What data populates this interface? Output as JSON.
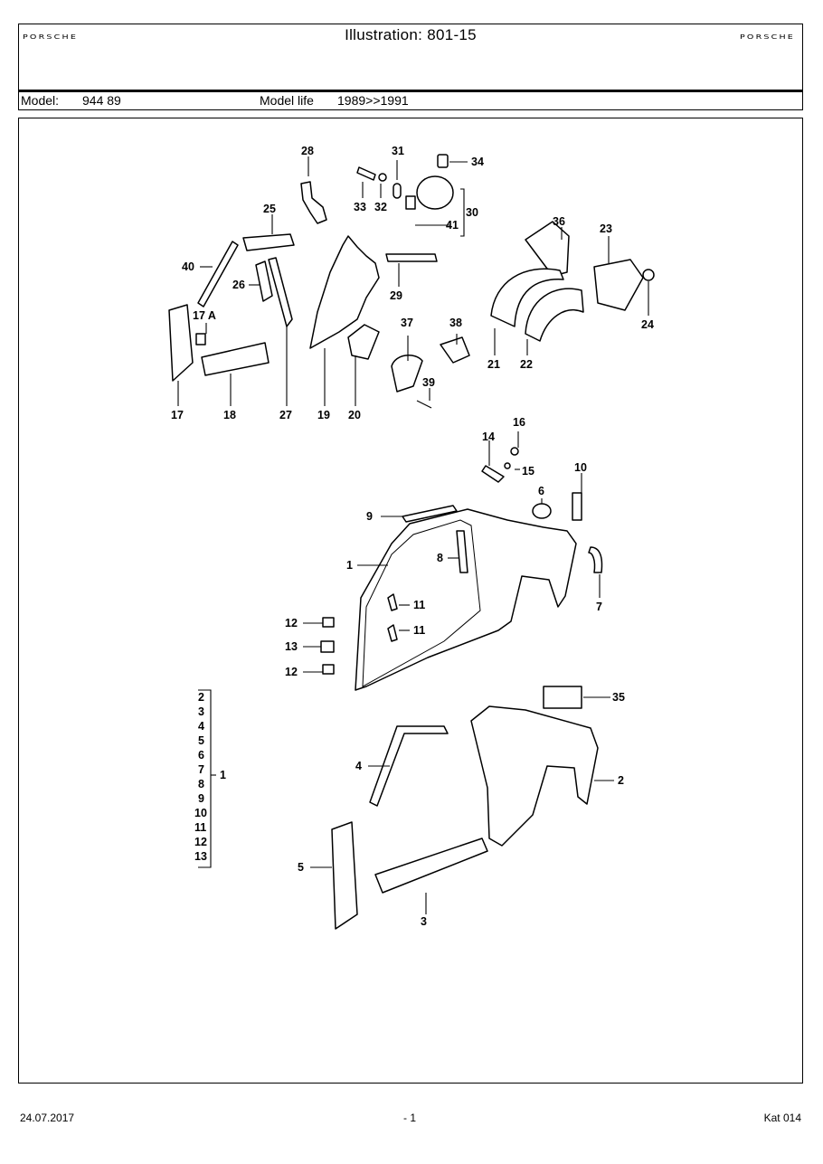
{
  "header": {
    "brand_left": "PORSCHE",
    "brand_right": "PORSCHE",
    "title": "Illustration: 801-15",
    "model_label": "Model:",
    "model_value": "944 89",
    "model_life_label": "Model life",
    "model_life_value": "1989>>1991"
  },
  "illustration": {
    "callouts": [
      "28",
      "31",
      "34",
      "33",
      "32",
      "30",
      "41",
      "25",
      "36",
      "23",
      "40",
      "26",
      "29",
      "17 A",
      "37",
      "38",
      "24",
      "39",
      "21",
      "22",
      "17",
      "18",
      "27",
      "19",
      "20",
      "16",
      "14",
      "15",
      "10",
      "6",
      "9",
      "8",
      "1",
      "11",
      "11",
      "12",
      "13",
      "12",
      "7",
      "35",
      "4",
      "2",
      "5",
      "3"
    ],
    "kit_list": [
      "2",
      "3",
      "4",
      "5",
      "6",
      "7",
      "8",
      "9",
      "10",
      "11",
      "12",
      "13"
    ],
    "kit_parent": "1"
  },
  "footer": {
    "date": "24.07.2017",
    "page": "- 1",
    "catalog": "Kat 014"
  }
}
